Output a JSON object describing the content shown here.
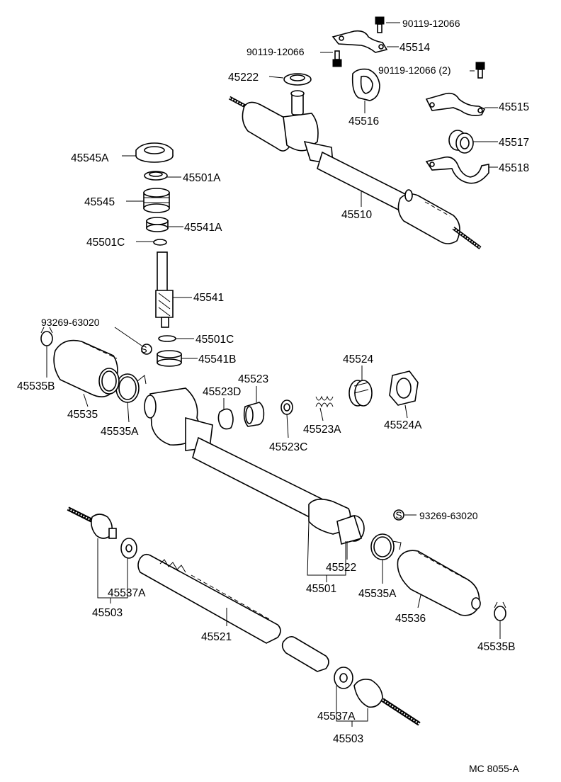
{
  "labels": {
    "b90119_top": "90119-12066",
    "p45514": "45514",
    "b90119_mid": "90119-12066",
    "b90119_right": "90119-12066 (2)",
    "p45222": "45222",
    "p45516": "45516",
    "p45515": "45515",
    "p45517": "45517",
    "p45518": "45518",
    "p45545A": "45545A",
    "p45501A": "45501A",
    "p45545": "45545",
    "p45541A": "45541A",
    "p45501C": "45501C",
    "p45510": "45510",
    "p45541": "45541",
    "s93269_top": "93269-63020",
    "p45501C_b": "45501C",
    "p45541B": "45541B",
    "p45535B_l": "45535B",
    "p45535": "45535",
    "p45535A_l": "45535A",
    "p45523D": "45523D",
    "p45523": "45523",
    "p45524": "45524",
    "p45523A": "45523A",
    "p45523C": "45523C",
    "p45524A": "45524A",
    "s93269_bot": "93269-63020",
    "p45522": "45522",
    "p45501": "45501",
    "p45535A_r": "45535A",
    "p45536": "45536",
    "p45535B_r": "45535B",
    "p45537A_l": "45537A",
    "p45503_l": "45503",
    "p45521": "45521",
    "p45537A_r": "45537A",
    "p45503_r": "45503",
    "s_symbol": "S",
    "catalog_code": "MC 8055-A"
  }
}
